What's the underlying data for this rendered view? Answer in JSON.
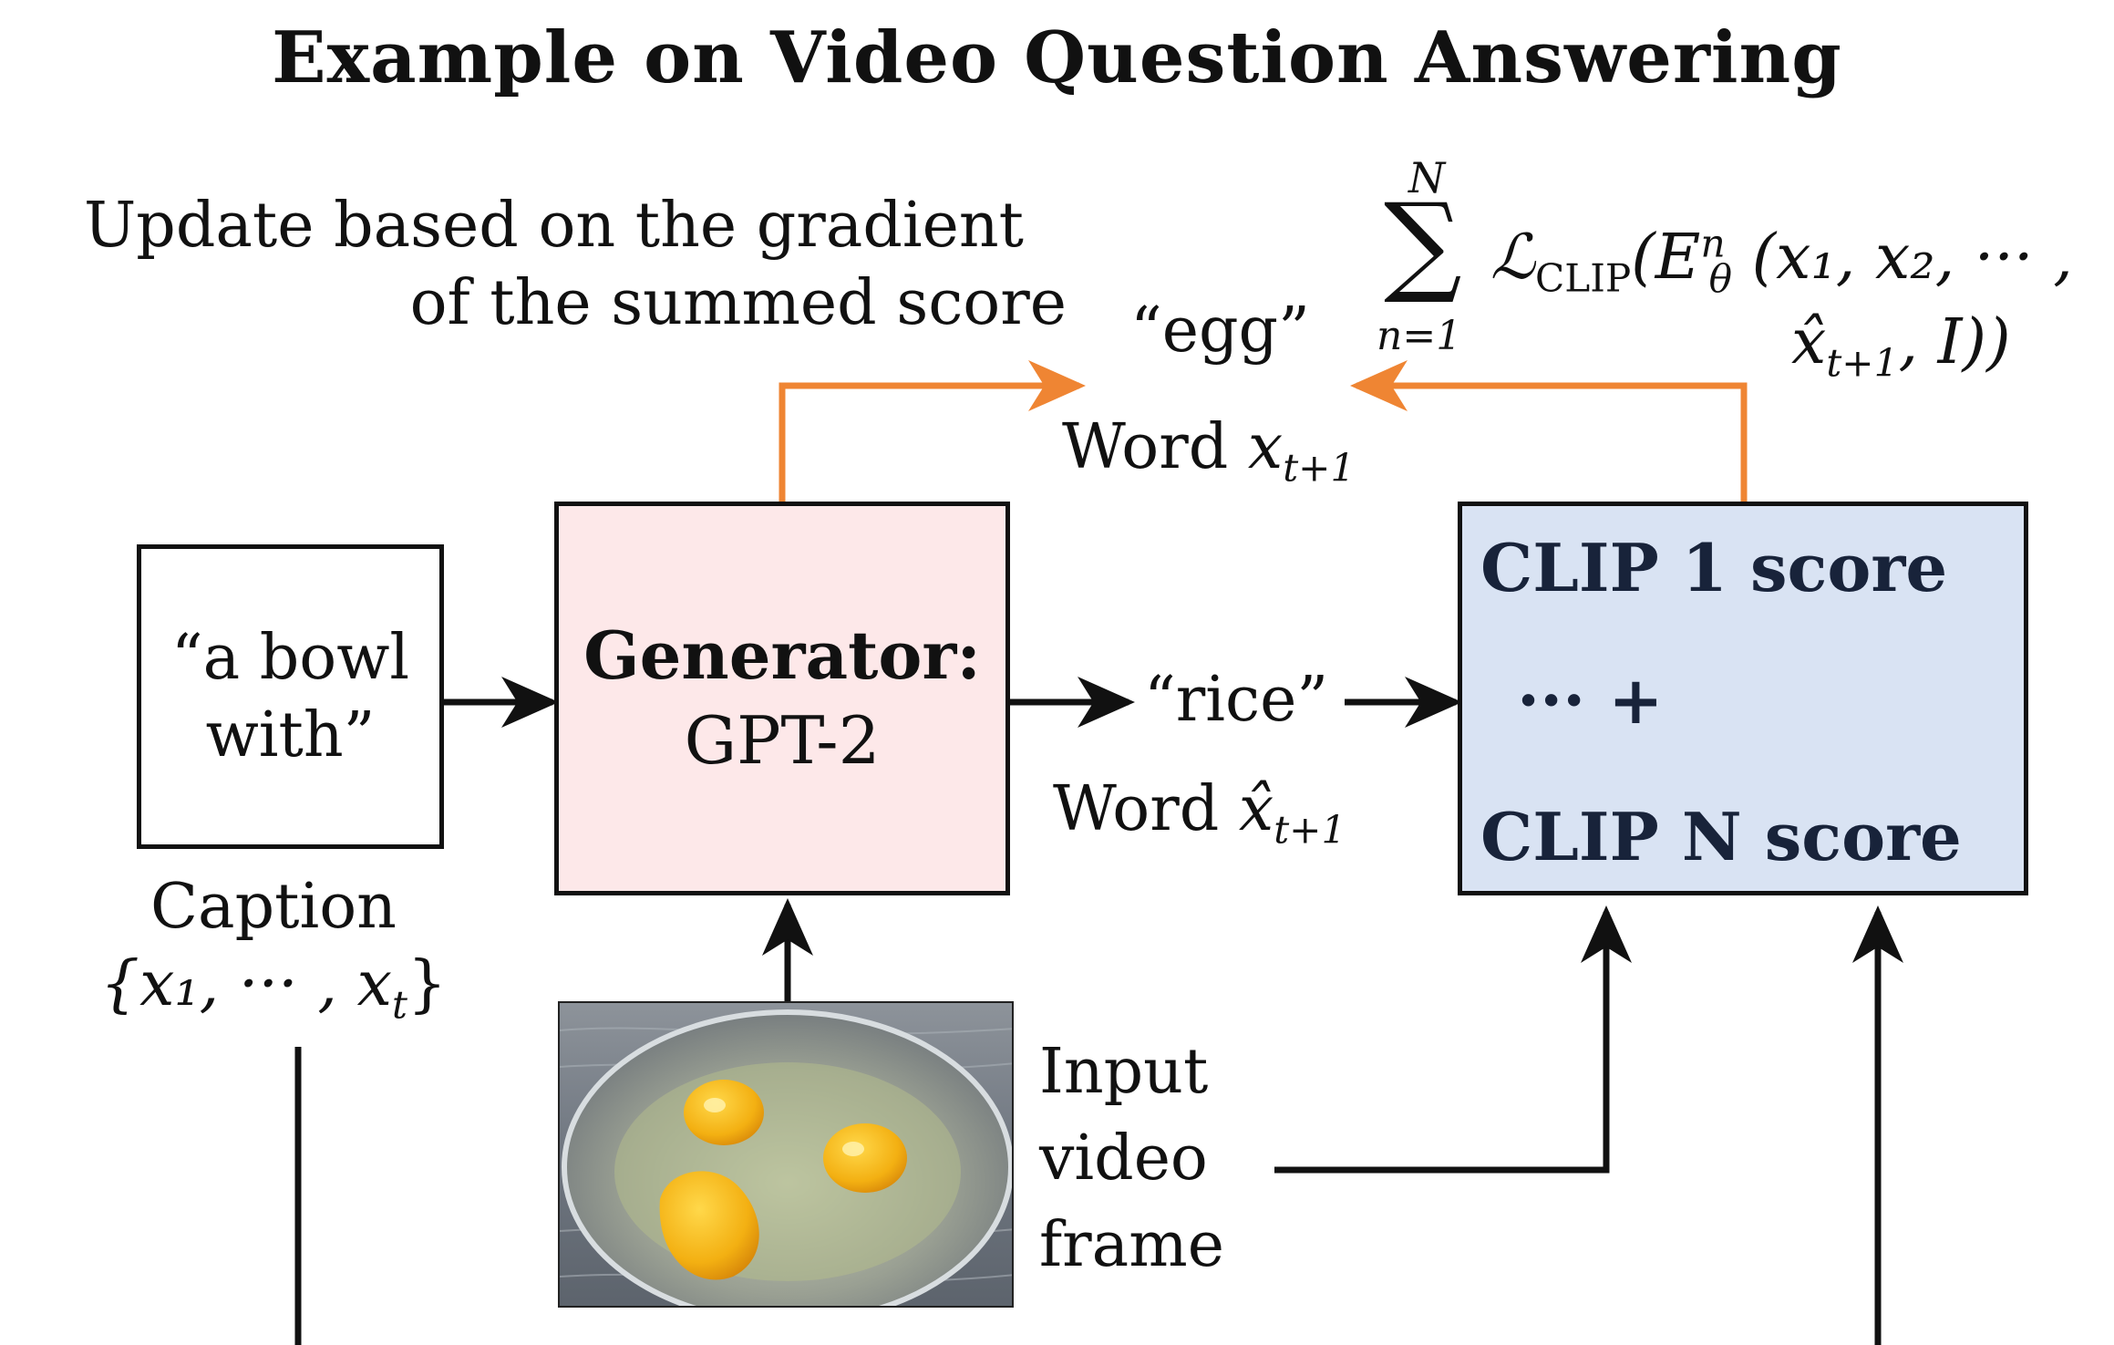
{
  "title": "Example on Video Question Answering",
  "update_note": [
    "Update based on the gradient",
    "of the summed score"
  ],
  "formula": {
    "sum_upper": "N",
    "sum_lower": "n=1",
    "line1": "ℒ",
    "line1_sub": "CLIP",
    "line1_rest": "(E",
    "line1_sup": "n",
    "line1_sub2": "θ",
    "line1_tail": " (x₁, x₂, ··· ,",
    "line2": "x̂",
    "line2_sub": "t+1",
    "line2_tail": ", I))"
  },
  "caption_box": {
    "text": [
      "“a bowl",
      "with”"
    ]
  },
  "caption_label": {
    "line1": "Caption",
    "line2": "{x₁, ··· , x",
    "line2_sub": "t",
    "line2_close": "}"
  },
  "generator": {
    "title": "Generator:",
    "model": "GPT-2"
  },
  "egg_word": "“egg”",
  "word_top": {
    "label": "Word ",
    "var": "x",
    "sub": "t+1"
  },
  "rice_word": "“rice”",
  "word_bottom": {
    "label": "Word ",
    "var": "x̂",
    "sub": "t+1"
  },
  "clip_box": {
    "line1": "CLIP 1 score",
    "line2": "··· +",
    "line3": "CLIP N score"
  },
  "input_label": [
    "Input",
    "video",
    "frame"
  ],
  "colors": {
    "orange": "#ef8533",
    "generator_fill": "#fde8e9",
    "clip_fill": "#d9e3f3",
    "clip_text": "#18233a"
  }
}
